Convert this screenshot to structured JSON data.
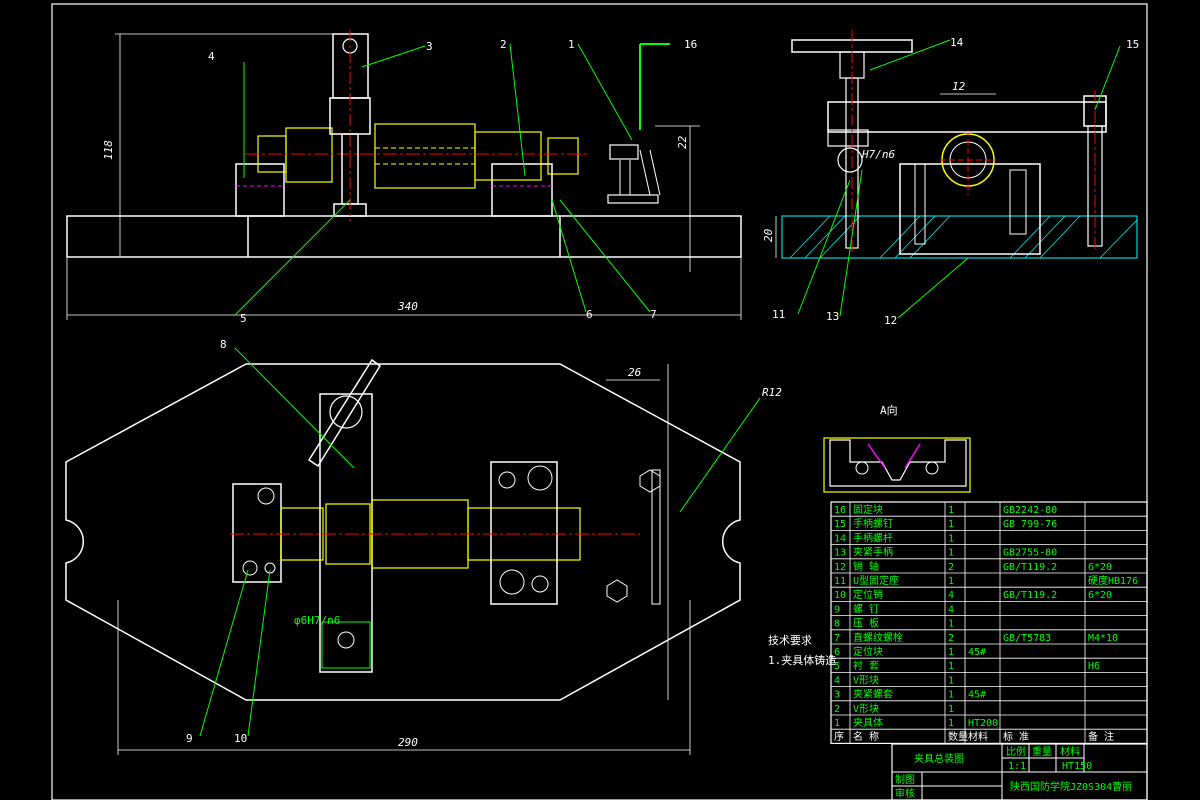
{
  "drawing": {
    "dims": {
      "d118": "118",
      "d22": "22",
      "d20": "20",
      "d12": "12",
      "d340": "340",
      "d26": "26",
      "d290": "290",
      "r12": "R12",
      "fit1": "H7/n6",
      "fit2": "φ6H7/n6",
      "view_a": "A向"
    },
    "callouts": [
      "1",
      "2",
      "3",
      "4",
      "5",
      "6",
      "7",
      "8",
      "9",
      "10",
      "11",
      "12",
      "13",
      "14",
      "15",
      "16"
    ],
    "tech_req": {
      "title": "技术要求",
      "line1": "1.夹具体铸造"
    }
  },
  "bom": {
    "rows": [
      {
        "no": "16",
        "name": "固定块",
        "qty": "1",
        "material": "",
        "std": "GB2242-80",
        "note": ""
      },
      {
        "no": "15",
        "name": "手柄螺钉",
        "qty": "1",
        "material": "",
        "std": "GB 799-76",
        "note": ""
      },
      {
        "no": "14",
        "name": "手柄螺杆",
        "qty": "1",
        "material": "",
        "std": "",
        "note": ""
      },
      {
        "no": "13",
        "name": "夹紧手柄",
        "qty": "1",
        "material": "",
        "std": "GB2755-80",
        "note": ""
      },
      {
        "no": "12",
        "name": "销 轴",
        "qty": "2",
        "material": "",
        "std": "GB/T119.2",
        "note": "6*20"
      },
      {
        "no": "11",
        "name": "U型固定座",
        "qty": "1",
        "material": "",
        "std": "",
        "note": "硬度HB176"
      },
      {
        "no": "10",
        "name": "定位销",
        "qty": "4",
        "material": "",
        "std": "GB/T119.2",
        "note": "6*20"
      },
      {
        "no": "9",
        "name": "螺 钉",
        "qty": "4",
        "material": "",
        "std": "",
        "note": ""
      },
      {
        "no": "8",
        "name": "压 板",
        "qty": "1",
        "material": "",
        "std": "",
        "note": ""
      },
      {
        "no": "7",
        "name": "直螺纹螺栓",
        "qty": "2",
        "material": "",
        "std": "GB/T5783",
        "note": "M4*10"
      },
      {
        "no": "6",
        "name": "定位块",
        "qty": "1",
        "material": "45#",
        "std": "",
        "note": ""
      },
      {
        "no": "5",
        "name": "衬 套",
        "qty": "1",
        "material": "",
        "std": "",
        "note": "H6"
      },
      {
        "no": "4",
        "name": "V形块",
        "qty": "1",
        "material": "",
        "std": "",
        "note": ""
      },
      {
        "no": "3",
        "name": "夹紧螺套",
        "qty": "1",
        "material": "45#",
        "std": "",
        "note": ""
      },
      {
        "no": "2",
        "name": "V形块",
        "qty": "1",
        "material": "",
        "std": "",
        "note": ""
      },
      {
        "no": "1",
        "name": "夹具体",
        "qty": "1",
        "material": "HT200",
        "std": "",
        "note": ""
      }
    ],
    "header": {
      "no": "序",
      "name": "名 称",
      "qty": "数量",
      "material": "材料",
      "std": "标 准",
      "note": "备 注"
    }
  },
  "title_block": {
    "drawing_name": "夹具总装图",
    "scale_label": "比例",
    "scale": "1:1",
    "weight_label": "重量",
    "material_label": "材料",
    "material": "HT150",
    "school": "陕西国防学院JZ0S304曹丽",
    "designer_label": "制图",
    "checker_label": "审核"
  },
  "colors": {
    "background": "#000000",
    "outline": "#ffffff",
    "annotation": "#00ff00",
    "part_yellow": "#ffff00",
    "center_red": "#ff0000",
    "hatch": "#00ffff",
    "magenta": "#ff00ff"
  }
}
